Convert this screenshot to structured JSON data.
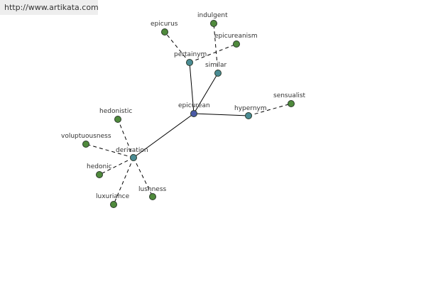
{
  "header": {
    "url_text": "http://www.artikata.com"
  },
  "colors": {
    "root": "#4a5aa6",
    "relation": "#4a8c94",
    "leaf": "#4f8a3c"
  },
  "graph": {
    "nodes": [
      {
        "id": "epicurean",
        "label": "epicurean",
        "type": "root"
      },
      {
        "id": "pertainym",
        "label": "pertainym",
        "type": "relation"
      },
      {
        "id": "similar",
        "label": "similar",
        "type": "relation"
      },
      {
        "id": "hypernym",
        "label": "hypernym",
        "type": "relation"
      },
      {
        "id": "derivation",
        "label": "derivation",
        "type": "relation"
      },
      {
        "id": "epicurus",
        "label": "epicurus",
        "type": "leaf"
      },
      {
        "id": "indulgent",
        "label": "indulgent",
        "type": "leaf"
      },
      {
        "id": "epicureanism",
        "label": "epicureanism",
        "type": "leaf"
      },
      {
        "id": "sensualist",
        "label": "sensualist",
        "type": "leaf"
      },
      {
        "id": "hedonistic",
        "label": "hedonistic",
        "type": "leaf"
      },
      {
        "id": "voluptuousness",
        "label": "voluptuousness",
        "type": "leaf"
      },
      {
        "id": "hedonic",
        "label": "hedonic",
        "type": "leaf"
      },
      {
        "id": "luxuriance",
        "label": "luxuriance",
        "type": "leaf"
      },
      {
        "id": "lushness",
        "label": "lushness",
        "type": "leaf"
      }
    ],
    "edges": [
      {
        "from": "epicurean",
        "to": "pertainym",
        "style": "solid"
      },
      {
        "from": "epicurean",
        "to": "similar",
        "style": "solid"
      },
      {
        "from": "epicurean",
        "to": "hypernym",
        "style": "solid"
      },
      {
        "from": "epicurean",
        "to": "derivation",
        "style": "solid"
      },
      {
        "from": "pertainym",
        "to": "epicurus",
        "style": "dashed"
      },
      {
        "from": "pertainym",
        "to": "epicureanism",
        "style": "dashed"
      },
      {
        "from": "similar",
        "to": "indulgent",
        "style": "dashed"
      },
      {
        "from": "hypernym",
        "to": "sensualist",
        "style": "dashed"
      },
      {
        "from": "derivation",
        "to": "hedonistic",
        "style": "dashed"
      },
      {
        "from": "derivation",
        "to": "voluptuousness",
        "style": "dashed"
      },
      {
        "from": "derivation",
        "to": "hedonic",
        "style": "dashed"
      },
      {
        "from": "derivation",
        "to": "luxuriance",
        "style": "dashed"
      },
      {
        "from": "derivation",
        "to": "lushness",
        "style": "dashed"
      }
    ]
  }
}
